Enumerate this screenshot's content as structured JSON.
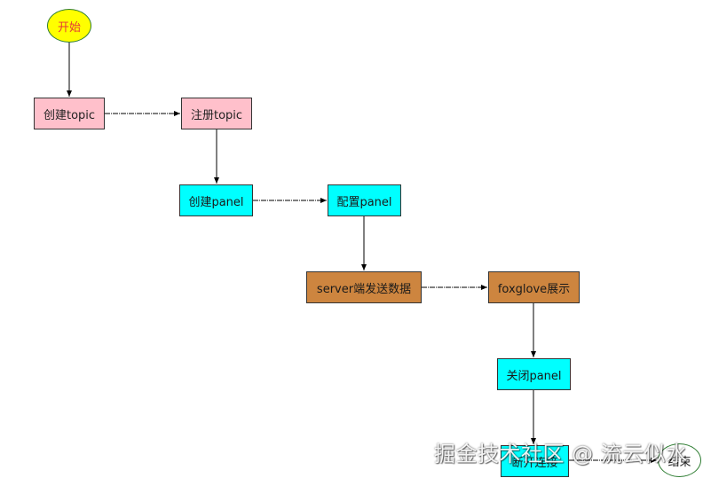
{
  "nodes": {
    "start": "开始",
    "create_topic": "创建topic",
    "register_topic": "注册topic",
    "create_panel": "创建panel",
    "config_panel": "配置panel",
    "server_send": "server端发送数据",
    "foxglove_show": "foxglove展示",
    "close_panel": "关闭panel",
    "disconnect": "断开连接",
    "end": "结束"
  },
  "watermark": "掘金技术社区 @ 流云似水",
  "colors": {
    "start_fill": "#ffff00",
    "start_text": "#e53935",
    "topic_fill": "#ffc0cb",
    "panel_fill": "#00ffff",
    "data_fill": "#cd853f",
    "ellipse_border": "#2e7d32"
  }
}
